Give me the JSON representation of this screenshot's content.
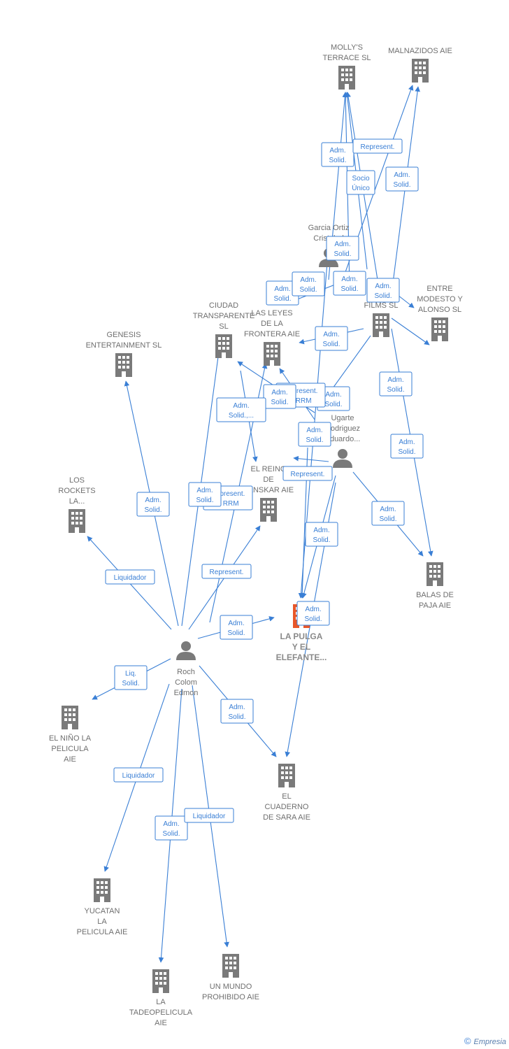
{
  "nodes": [
    {
      "id": "mollys",
      "type": "company",
      "label": [
        "MOLLY'S",
        "TERRACE  SL"
      ]
    },
    {
      "id": "malnazidos",
      "type": "company",
      "label": [
        "MALNAZIDOS AIE"
      ]
    },
    {
      "id": "garcia",
      "type": "person",
      "label": [
        "Garcia Ortiz",
        "Cristobal"
      ]
    },
    {
      "id": "films",
      "type": "company",
      "label": [
        "FILMS  SL"
      ]
    },
    {
      "id": "entre",
      "type": "company",
      "label": [
        "ENTRE",
        "MODESTO Y",
        "ALONSO  SL"
      ]
    },
    {
      "id": "genesis",
      "type": "company",
      "label": [
        "GENESIS",
        "ENTERTAINMENT SL"
      ]
    },
    {
      "id": "ciudad",
      "type": "company",
      "label": [
        "CIUDAD",
        "TRANSPARENTE",
        "SL"
      ]
    },
    {
      "id": "leyes",
      "type": "company",
      "label": [
        "LAS LEYES",
        "DE LA",
        "FRONTERA  AIE"
      ]
    },
    {
      "id": "ugarte",
      "type": "person",
      "label": [
        "Ugarte",
        "Rodriguez",
        "Eduardo..."
      ]
    },
    {
      "id": "rockets",
      "type": "company",
      "label": [
        "LOS",
        "ROCKETS",
        "LA..."
      ]
    },
    {
      "id": "reino",
      "type": "company",
      "label": [
        "EL REINO",
        "DE",
        "ZANSKAR  AIE"
      ]
    },
    {
      "id": "balas",
      "type": "company",
      "label": [
        "BALAS DE",
        "PAJA AIE"
      ]
    },
    {
      "id": "pulga",
      "type": "company",
      "focus": true,
      "label": [
        "LA PULGA",
        "Y EL",
        "ELEFANTE..."
      ]
    },
    {
      "id": "roch",
      "type": "person",
      "label": [
        "Roch",
        "Colom",
        "Edmon"
      ]
    },
    {
      "id": "nino",
      "type": "company",
      "label": [
        "EL NIÑO LA",
        "PELICULA",
        "AIE"
      ]
    },
    {
      "id": "cuaderno",
      "type": "company",
      "label": [
        "EL",
        "CUADERNO",
        "DE SARA AIE"
      ]
    },
    {
      "id": "yucatan",
      "type": "company",
      "label": [
        "YUCATAN",
        "LA",
        "PELICULA AIE"
      ]
    },
    {
      "id": "mundo",
      "type": "company",
      "label": [
        "UN MUNDO",
        "PROHIBIDO AIE"
      ]
    },
    {
      "id": "tadeo",
      "type": "company",
      "label": [
        "LA",
        "TADEOPELICULA",
        "AIE"
      ]
    }
  ],
  "edge_labels": [
    [
      "Adm.",
      "Solid."
    ],
    [
      "Represent."
    ],
    [
      "Socio",
      "Único"
    ],
    [
      "Adm.",
      "Solid."
    ],
    [
      "Adm.",
      "Solid."
    ],
    [
      "Adm.",
      "Solid."
    ],
    [
      "Adm.",
      "Solid."
    ],
    [
      "Adm.",
      "Solid."
    ],
    [
      "Adm.",
      "Solid."
    ],
    [
      "Adm.",
      "Solid."
    ],
    [
      "Adm.",
      "Solid."
    ],
    [
      "Adm.",
      "Solid."
    ],
    [
      "Represent.",
      "3 RRM"
    ],
    [
      "Adm.",
      "Solid."
    ],
    [
      "Adm.",
      "Solid."
    ],
    [
      "Adm.",
      "Solid.,..."
    ],
    [
      "Adm.",
      "Solid."
    ],
    [
      "Represent."
    ],
    [
      "Adm.",
      "Solid."
    ],
    [
      "Adm.",
      "Solid."
    ],
    [
      "Represent.",
      "3 RRM"
    ],
    [
      "Adm.",
      "Solid."
    ],
    [
      "Represent."
    ],
    [
      "Adm.",
      "Solid."
    ],
    [
      "Adm.",
      "Solid."
    ],
    [
      "Liquidador"
    ],
    [
      "Adm.",
      "Solid."
    ],
    [
      "Liq.",
      "Solid."
    ],
    [
      "Adm.",
      "Solid."
    ],
    [
      "Liquidador"
    ],
    [
      "Adm.",
      "Solid."
    ],
    [
      "Liquidador"
    ]
  ],
  "brand": {
    "copyright": "©",
    "name": "Empresia"
  },
  "colors": {
    "edge": "#3a7fd5",
    "node": "#7a7a7a",
    "focus_node": "#e8572a"
  }
}
